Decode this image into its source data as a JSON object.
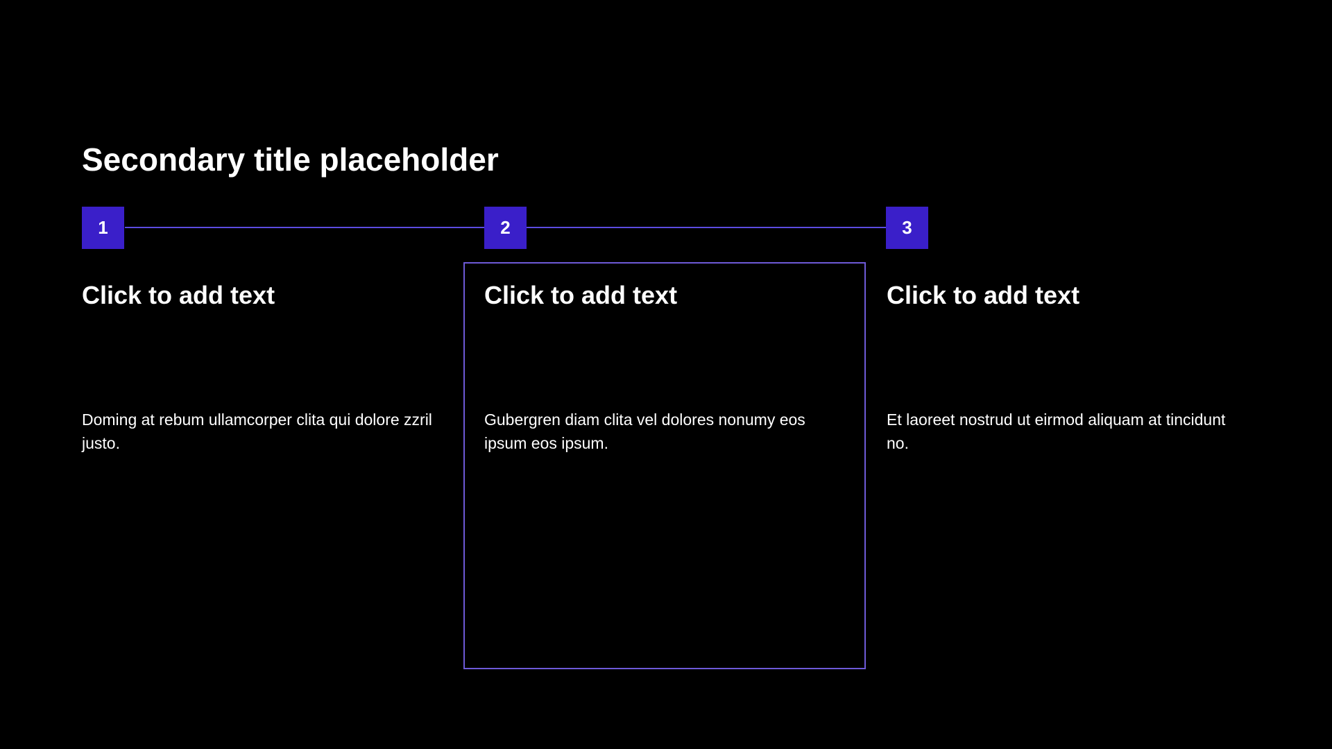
{
  "slide": {
    "title": "Secondary title placeholder",
    "steps": [
      {
        "number": "1",
        "heading": "Click to add text",
        "body": "Doming at rebum ullamcorper clita qui dolore zzril justo."
      },
      {
        "number": "2",
        "heading": "Click to add text",
        "body": "Gubergren diam clita vel dolores nonumy eos ipsum eos ipsum."
      },
      {
        "number": "3",
        "heading": "Click to add text",
        "body": "Et laoreet nostrud ut eirmod aliquam at tincidunt no."
      }
    ],
    "highlighted_step": "2"
  },
  "colors": {
    "background": "#000000",
    "accent": "#3a1fc9",
    "line": "#5b4be0",
    "frame": "#6e5ad8",
    "text": "#ffffff"
  }
}
